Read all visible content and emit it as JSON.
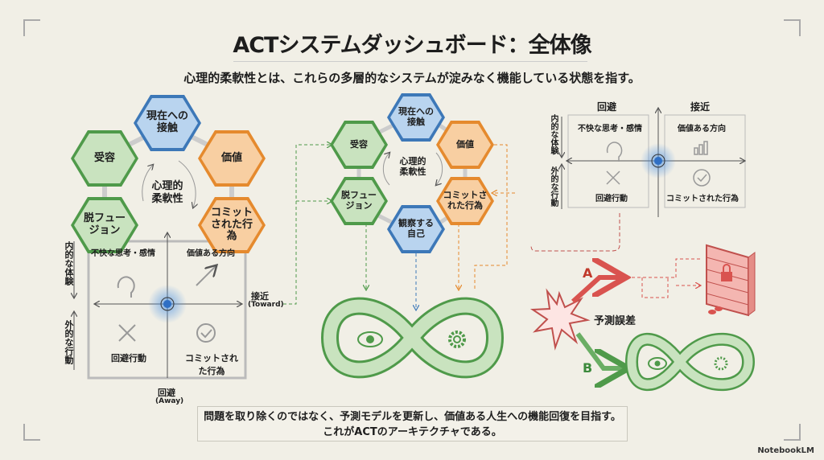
{
  "header": {
    "title": "ACTシステムダッシュボード：全体像",
    "subtitle": "心理的柔軟性とは、これらの多層的なシステムが淀みなく機能している状態を指す。"
  },
  "left_panel": {
    "hexagons": {
      "contact": "現在への接触",
      "acceptance": "受容",
      "values": "価値",
      "defusion": "脱フュージョン",
      "committed": "コミットされた行為"
    },
    "center": "心理的柔軟性",
    "matrix": {
      "q1": "不快な思考・感情",
      "q2": "価値ある方向",
      "q3": "回避行動",
      "q4": "コミットされた行為",
      "axis_inner": "内的な体験",
      "axis_outer": "外的な行動",
      "toward": "接近",
      "toward_en": "(Toward)",
      "away": "回避",
      "away_en": "(Away)"
    }
  },
  "middle_panel": {
    "hexagons": {
      "contact": "現在への接触",
      "acceptance": "受容",
      "values": "価値",
      "defusion": "脱フュージョン",
      "committed": "コミットされた行為",
      "self": "観察する自己"
    },
    "center": "心理的柔軟性"
  },
  "right_panel": {
    "matrix": {
      "away": "回避",
      "toward": "接近",
      "inner": "内的な体験",
      "outer": "外的な行動",
      "q1": "不快な思考・感情",
      "q2": "価値ある方向",
      "q3": "回避行動",
      "q4": "コミットされた行為"
    },
    "error_label": "予測誤差",
    "path_a": "A",
    "path_b": "B"
  },
  "footer": {
    "line1": "問題を取り除くのではなく、予測モデルを更新し、価値ある人生への機能回復を目指す。",
    "line2": "これがACTのアーキテクチャである。"
  },
  "brand": "NotebookLM",
  "colors": {
    "green": "#4f9a4a",
    "blue": "#3d78b8",
    "orange": "#e58a2e",
    "red": "#d9534f"
  }
}
